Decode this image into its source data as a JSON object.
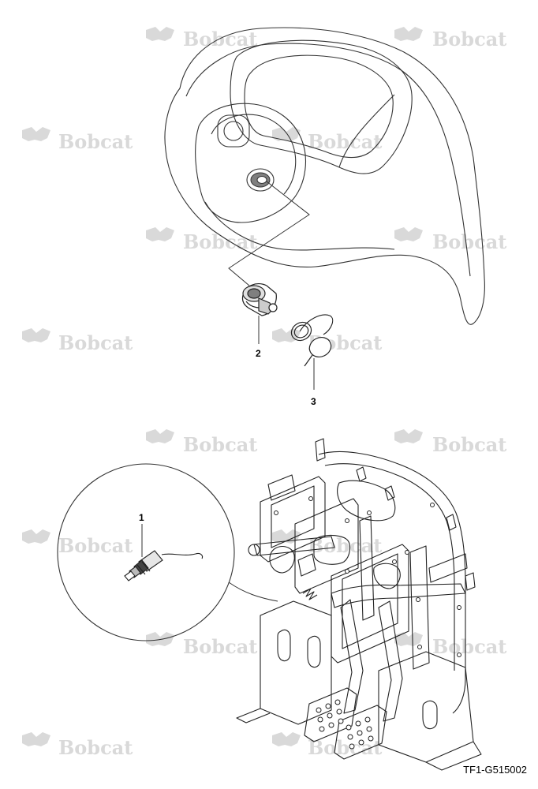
{
  "watermark": {
    "text": "Bobcat",
    "color": "#d9d9d9"
  },
  "callouts": [
    {
      "id": "callout-1",
      "label": "1"
    },
    {
      "id": "callout-2",
      "label": "2"
    },
    {
      "id": "callout-3",
      "label": "3"
    }
  ],
  "drawing_id": "TF1-G515002",
  "colors": {
    "line": "#333333",
    "ring": "#7f7f7f"
  }
}
